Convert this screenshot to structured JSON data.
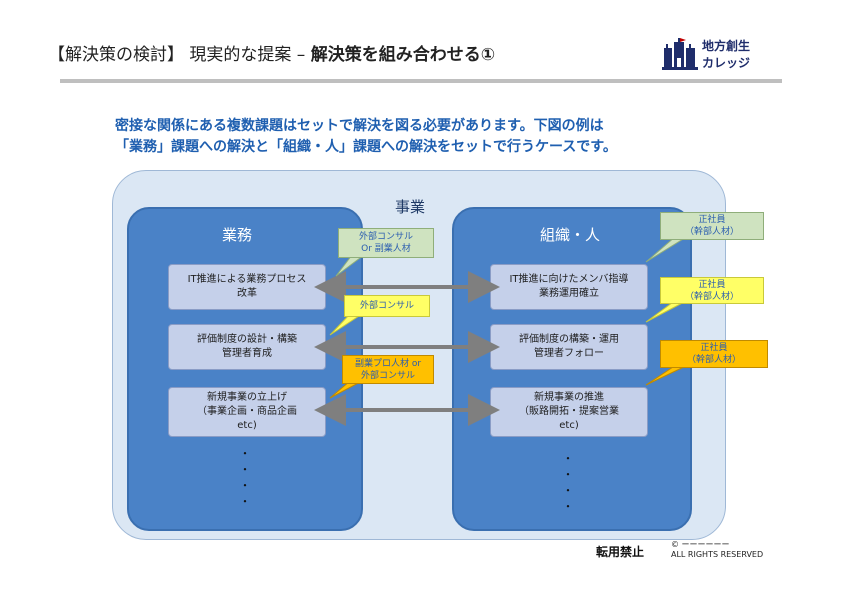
{
  "header": {
    "title_plain": "【解決策の検討】 現実的な提案 – ",
    "title_bold": "解決策を組み合わせる①",
    "logo_line1": "地方創生",
    "logo_line2": "カレッジ"
  },
  "lead": {
    "line1": "密接な関係にある複数課題はセットで解決を図る必要があります。下図の例は",
    "line2": "「業務」課題への解決と「組織・人」課題への解決をセットで行うケースです。"
  },
  "diagram": {
    "outer_label": "事業",
    "left_title": "業務",
    "right_title": "組織・人",
    "left_items": [
      "IT推進による業務プロセス\n改革",
      "評価制度の設計・構築\n管理者育成",
      "新規事業の立上げ\n（事業企画・商品企画\netc)"
    ],
    "right_items": [
      "IT推進に向けたメンバ指導\n業務運用確立",
      "評価制度の構築・運用\n管理者フォロー",
      "新規事業の推進\n（販路開拓・提案営業\netc)"
    ],
    "left_dots": "・\n・\n・\n・",
    "right_dots": "・\n・\n・\n・",
    "center_bubbles": [
      "外部コンサル\nOr 副業人材",
      "外部コンサル",
      "副業プロ人材 or\n外部コンサル"
    ],
    "right_bubbles": [
      "正社員\n（幹部人材）",
      "正社員\n（幹部人材）",
      "正社員\n（幹部人材）"
    ],
    "colors": {
      "green": "#cfe3c0",
      "yellow": "#ffff66",
      "orange": "#ffc000",
      "panel": "#4a82c7",
      "outer": "#dbe7f4",
      "arrow": "#7f7f7f"
    }
  },
  "footer": {
    "notice": "転用禁止",
    "copyright": "© ーーーーーー\nALL RIGHTS RESERVED"
  }
}
